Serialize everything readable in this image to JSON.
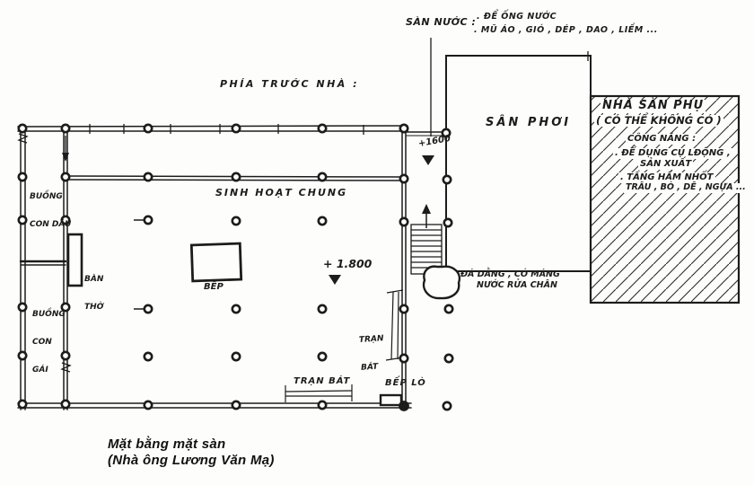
{
  "caption": {
    "line1": "Mặt bằng mặt sàn",
    "line2": "(Nhà ông Lương Văn Mạ)"
  },
  "annotations": {
    "san_nuoc_label": "SÀN NƯỚC :",
    "san_nuoc_item1": ". ĐỂ ỐNG NƯỚC",
    "san_nuoc_item2": ". MŨ ÁO , GIÓ , DÉP , DAO , LIỀM ...",
    "phia_truoc_nha": "PHÍA TRƯỚC NHÀ :",
    "level_main_floor": "+ 1.800",
    "level_platform": "+1600",
    "da_dang_line1": "ĐÁ DẰNG , CÓ MÁNG",
    "da_dang_line2": "NƯỚC RỬA CHÂN"
  },
  "rooms": {
    "san_phoi": "SÂN PHƠI",
    "sinh_hoat_chung": "SINH HOẠT CHUNG",
    "buong_con_dau_line1": "BUỒNG",
    "buong_con_dau_line2": "CON DÂU",
    "buong_con_gai_line1": "BUỒNG",
    "buong_con_gai_line2": "CON",
    "buong_con_gai_line3": "GÁI",
    "ban_tho_line1": "BÀN",
    "ban_tho_line2": "THỜ",
    "bep": "BẾP",
    "bep_lo": "BẾP LÒ",
    "tran_bat_side_line1": "TRẠN",
    "tran_bat_side_line2": "BÁT",
    "tran_bat_bottom": "TRẠN BÁT"
  },
  "nha_san_phu": {
    "title": "NHÀ SÀN PHỤ",
    "subtitle": "( CÓ THỂ KHÔNG CÓ )",
    "heading": "CÔNG NĂNG :",
    "item1a": ". ĐỂ DỤNG CỤ LĐỘNG ,",
    "item1b": "SẢN XUẤT",
    "item2a": ". TẦNG HẦM NHỐT",
    "item2b": "TRÂU , BÒ , DÊ , NGỰA ..."
  },
  "colors": {
    "ink": "#1c1c1c",
    "paper": "#fdfdfb"
  }
}
